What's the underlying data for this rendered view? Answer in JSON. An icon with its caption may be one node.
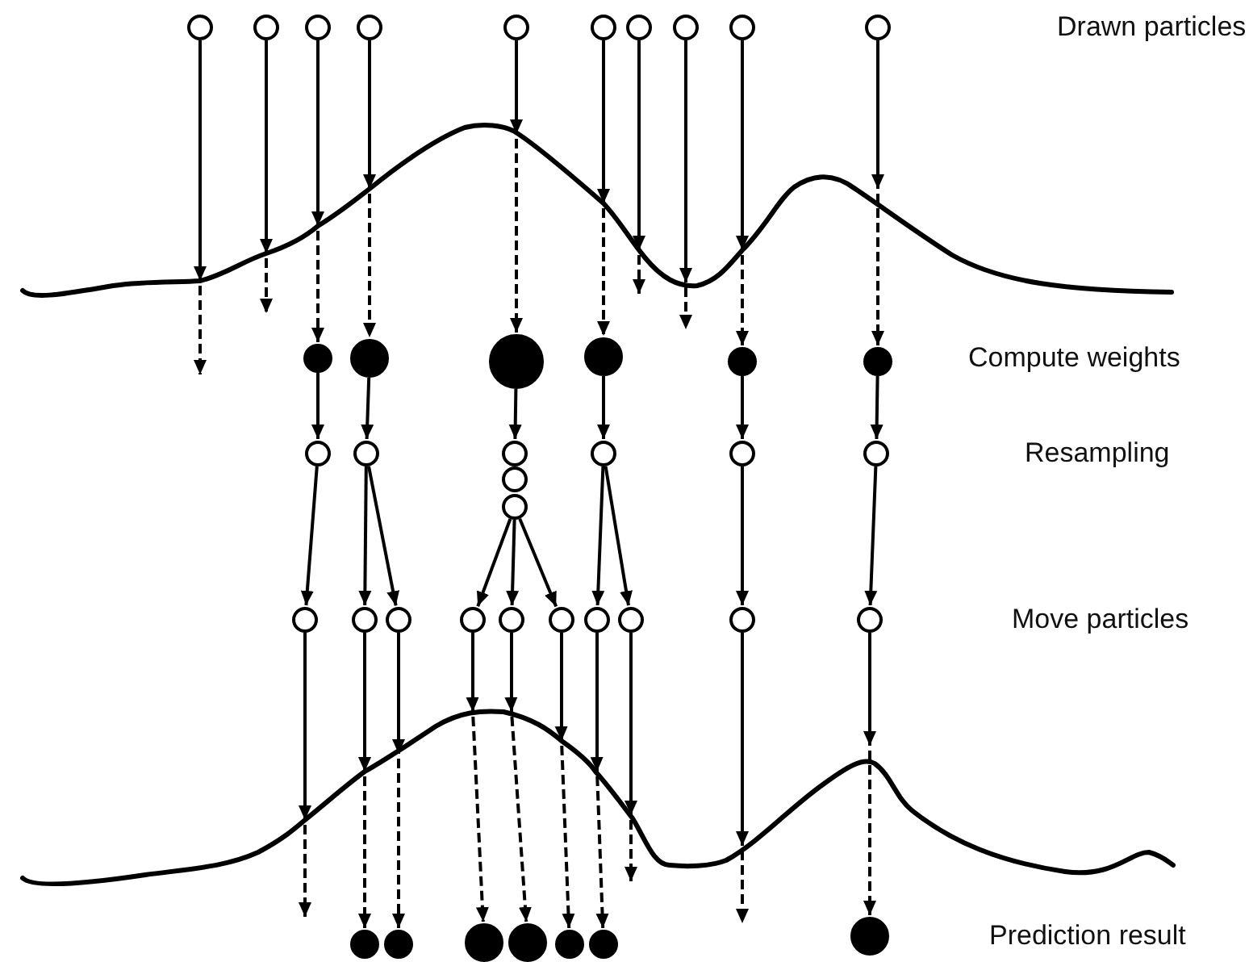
{
  "diagram": {
    "nodes": [
      {
        "text": [],
        "shape": "circle"
      },
      {
        "text": [],
        "shape": "circle"
      },
      {
        "text": [],
        "shape": "circle"
      },
      {
        "text": [],
        "shape": "circle"
      },
      {
        "text": [],
        "shape": "circle"
      },
      {
        "text": [],
        "shape": "circle"
      },
      {
        "text": [],
        "shape": "circle"
      },
      {
        "text": [],
        "shape": "circle"
      },
      {
        "text": [],
        "shape": "circle"
      },
      {
        "text": [],
        "shape": "circle"
      },
      {
        "text": [],
        "shape": "dot"
      },
      {
        "text": [],
        "shape": "dot"
      },
      {
        "text": [],
        "shape": "dot"
      },
      {
        "text": [],
        "shape": "dot"
      },
      {
        "text": [],
        "shape": "dot"
      },
      {
        "text": [],
        "shape": "dot"
      },
      {
        "text": [],
        "shape": "circle"
      },
      {
        "text": [],
        "shape": "circle"
      },
      {
        "text": [],
        "shape": "circle"
      },
      {
        "text": [],
        "shape": "circle"
      },
      {
        "text": [],
        "shape": "circle"
      },
      {
        "text": [],
        "shape": "circle"
      },
      {
        "text": [],
        "shape": "circle"
      },
      {
        "text": [],
        "shape": "circle"
      },
      {
        "text": [],
        "shape": "circle"
      },
      {
        "text": [],
        "shape": "circle"
      },
      {
        "text": [],
        "shape": "circle"
      },
      {
        "text": [],
        "shape": "circle"
      },
      {
        "text": [],
        "shape": "circle"
      },
      {
        "text": [],
        "shape": "circle"
      },
      {
        "text": [],
        "shape": "circle"
      },
      {
        "text": [],
        "shape": "circle"
      },
      {
        "text": [],
        "shape": "circle"
      },
      {
        "text": [],
        "shape": "circle"
      },
      {
        "text": [],
        "shape": "dot"
      },
      {
        "text": [],
        "shape": "dot"
      },
      {
        "text": [],
        "shape": "dot"
      },
      {
        "text": [],
        "shape": "dot"
      },
      {
        "text": [],
        "shape": "dot"
      },
      {
        "text": [],
        "shape": "dot"
      },
      {
        "text": [],
        "shape": "dot"
      }
    ],
    "edges": [
      {
        "from": 0,
        "to": null,
        "arrow": "to",
        "style": "dashed"
      },
      {
        "from": 1,
        "to": null,
        "arrow": "to",
        "style": "dashed"
      },
      {
        "from": 2,
        "to": 10,
        "arrow": "to",
        "style": "dashed"
      },
      {
        "from": 3,
        "to": 11,
        "arrow": "to",
        "style": "dashed"
      },
      {
        "from": 4,
        "to": 12,
        "arrow": "to",
        "style": "dashed"
      },
      {
        "from": 5,
        "to": 13,
        "arrow": "to",
        "style": "dashed"
      },
      {
        "from": 6,
        "to": null,
        "arrow": "to",
        "style": "dashed"
      },
      {
        "from": 7,
        "to": null,
        "arrow": "to",
        "style": "dashed"
      },
      {
        "from": 8,
        "to": 14,
        "arrow": "to",
        "style": "dashed"
      },
      {
        "from": 9,
        "to": 15,
        "arrow": "to",
        "style": "dashed"
      },
      {
        "from": 10,
        "to": 16,
        "arrow": "to"
      },
      {
        "from": 11,
        "to": 17,
        "arrow": "to"
      },
      {
        "from": 12,
        "to": 18,
        "arrow": "to"
      },
      {
        "from": 13,
        "to": 21,
        "arrow": "to"
      },
      {
        "from": 14,
        "to": 22,
        "arrow": "to"
      },
      {
        "from": 15,
        "to": 23,
        "arrow": "to"
      },
      {
        "from": 16,
        "to": 24,
        "arrow": "to"
      },
      {
        "from": 17,
        "to": 25,
        "arrow": "to"
      },
      {
        "from": 17,
        "to": 26,
        "arrow": "to"
      },
      {
        "from": 20,
        "to": 27,
        "arrow": "to"
      },
      {
        "from": 20,
        "to": 28,
        "arrow": "to"
      },
      {
        "from": 20,
        "to": 29,
        "arrow": "to"
      },
      {
        "from": 21,
        "to": 30,
        "arrow": "to"
      },
      {
        "from": 21,
        "to": 31,
        "arrow": "to"
      },
      {
        "from": 22,
        "to": 32,
        "arrow": "to"
      },
      {
        "from": 23,
        "to": 33,
        "arrow": "to"
      },
      {
        "from": 24,
        "to": null,
        "arrow": "to",
        "style": "dashed"
      },
      {
        "from": 25,
        "to": 34,
        "arrow": "to",
        "style": "dashed"
      },
      {
        "from": 26,
        "to": 35,
        "arrow": "to",
        "style": "dashed"
      },
      {
        "from": 27,
        "to": 36,
        "arrow": "to",
        "style": "dashed"
      },
      {
        "from": 28,
        "to": 37,
        "arrow": "to",
        "style": "dashed"
      },
      {
        "from": 29,
        "to": 38,
        "arrow": "to",
        "style": "dashed"
      },
      {
        "from": 30,
        "to": 39,
        "arrow": "to",
        "style": "dashed"
      },
      {
        "from": 31,
        "to": null,
        "arrow": "to",
        "style": "dashed"
      },
      {
        "from": 32,
        "to": null,
        "arrow": "to",
        "style": "dashed"
      },
      {
        "from": 33,
        "to": 40,
        "arrow": "to",
        "style": "dashed"
      }
    ],
    "labels": [
      "Drawn particles",
      "Compute weights",
      "Resampling",
      "Move particles",
      "Prediction result"
    ]
  }
}
